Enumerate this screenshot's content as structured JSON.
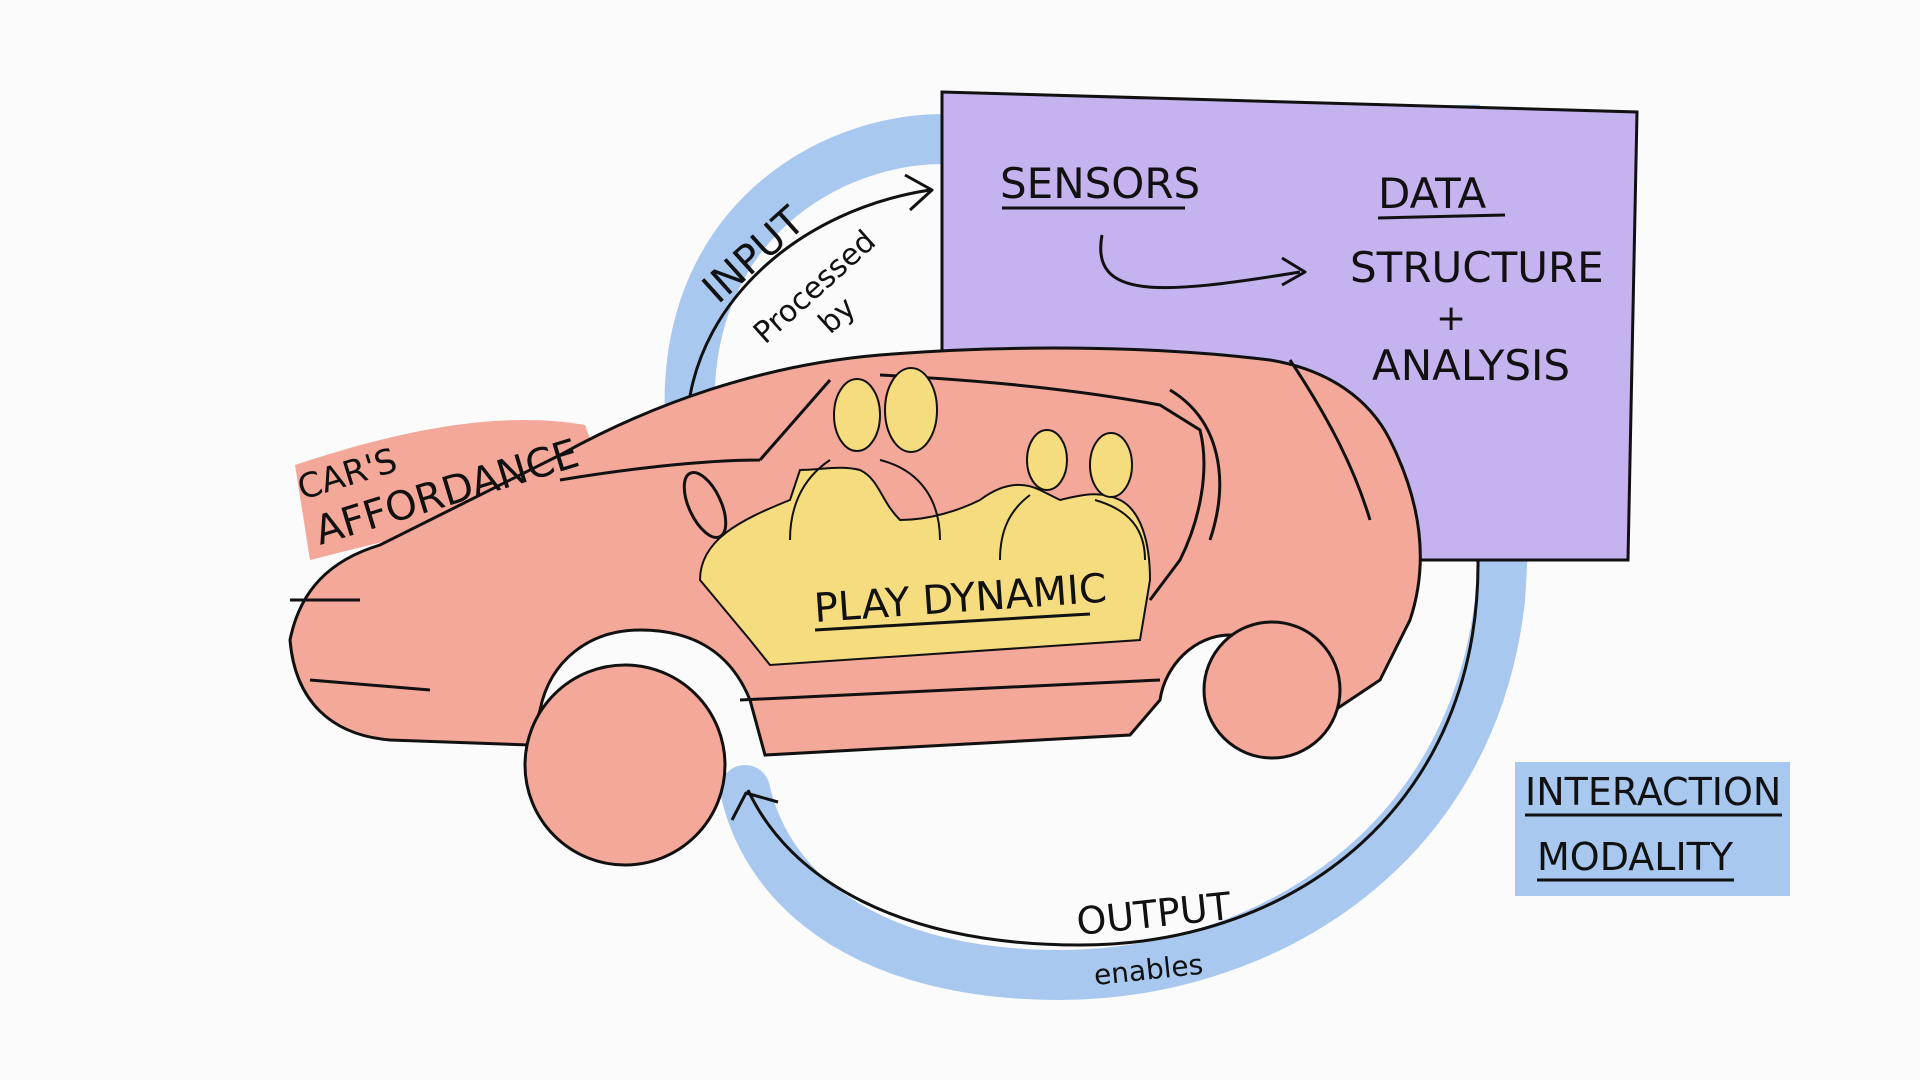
{
  "diagram": {
    "labels": {
      "input": "INPUT",
      "processed_by_1": "Processed",
      "processed_by_2": "by",
      "sensors": "SENSORS",
      "data": "DATA",
      "structure": "STRUCTURE",
      "plus": "+",
      "analysis": "ANALYSIS",
      "cars_affordance_1": "CAR'S",
      "cars_affordance_2": "AFFORDANCE",
      "play_dynamic": "PLAY DYNAMIC",
      "output": "OUTPUT",
      "enables": "enables",
      "interaction_1": "INTERACTION",
      "interaction_2": "MODALITY"
    },
    "colors": {
      "loop_blue": "#a9c8f0",
      "box_purple": "#c4b3ef",
      "car_pink": "#f3a899",
      "seat_yellow": "#f5dd7f",
      "ink": "#111111",
      "background": "#fbfbfb"
    }
  }
}
